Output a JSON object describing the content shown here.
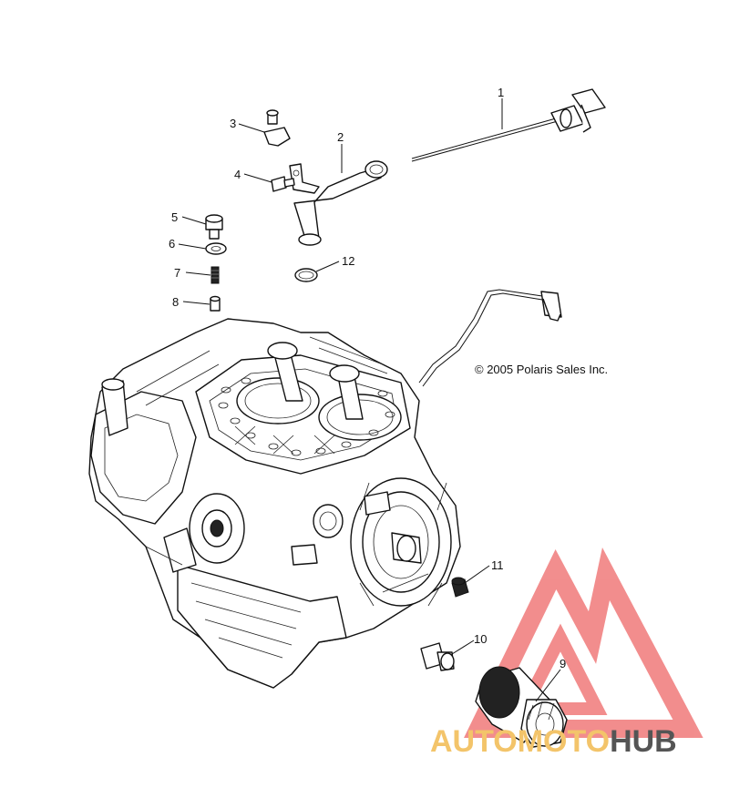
{
  "diagram": {
    "copyright": "© 2005 Polaris Sales Inc.",
    "callouts": [
      "1",
      "2",
      "3",
      "4",
      "5",
      "6",
      "7",
      "8",
      "9",
      "10",
      "11",
      "12"
    ]
  },
  "watermark": {
    "text_auto": "AUTOMOTO",
    "text_hub": "HUB",
    "colors": {
      "logo": "#f07a7a",
      "auto": "#f3c46a",
      "hub": "#555555"
    }
  }
}
